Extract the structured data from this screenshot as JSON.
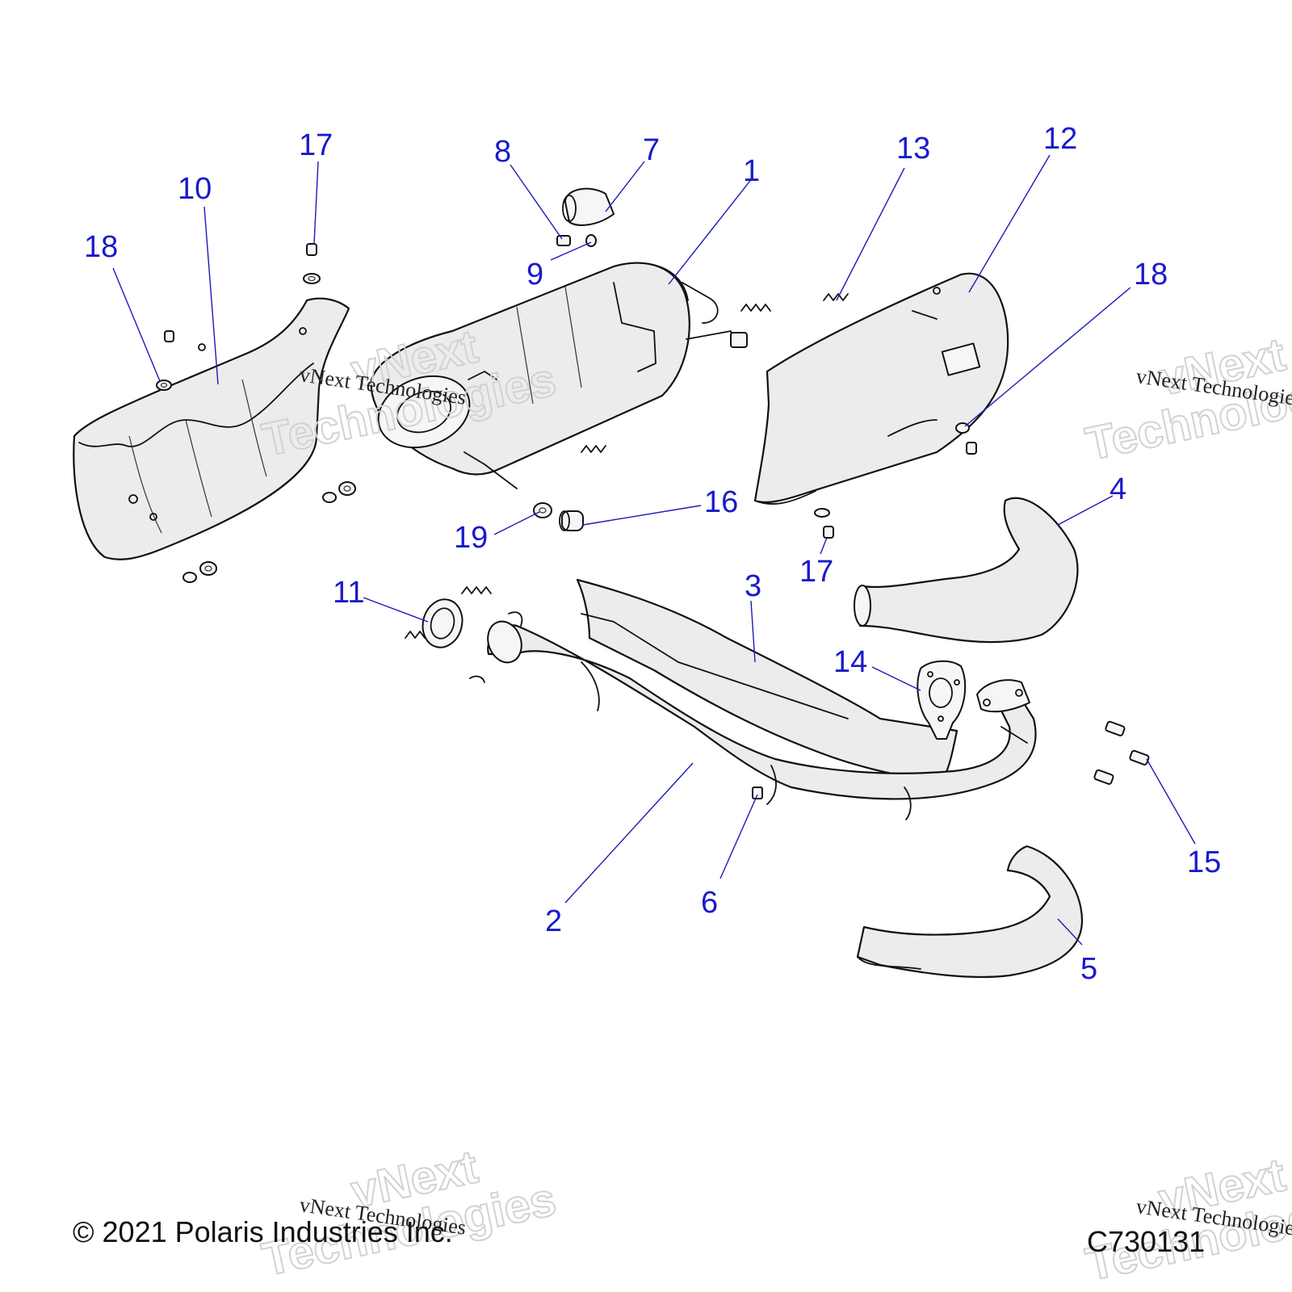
{
  "callouts": [
    {
      "id": "1",
      "label": "1"
    },
    {
      "id": "2",
      "label": "2"
    },
    {
      "id": "3",
      "label": "3"
    },
    {
      "id": "4",
      "label": "4"
    },
    {
      "id": "5",
      "label": "5"
    },
    {
      "id": "6",
      "label": "6"
    },
    {
      "id": "7",
      "label": "7"
    },
    {
      "id": "8",
      "label": "8"
    },
    {
      "id": "9",
      "label": "9"
    },
    {
      "id": "10",
      "label": "10"
    },
    {
      "id": "11",
      "label": "11"
    },
    {
      "id": "12",
      "label": "12"
    },
    {
      "id": "13",
      "label": "13"
    },
    {
      "id": "14",
      "label": "14"
    },
    {
      "id": "15",
      "label": "15"
    },
    {
      "id": "16",
      "label": "16"
    },
    {
      "id": "17a",
      "label": "17"
    },
    {
      "id": "17b",
      "label": "17"
    },
    {
      "id": "18a",
      "label": "18"
    },
    {
      "id": "18b",
      "label": "18"
    },
    {
      "id": "19",
      "label": "19"
    }
  ],
  "footer": {
    "copyright": "© 2021 Polaris Industries Inc.",
    "diagram_code": "C730131"
  },
  "watermark": {
    "line1": "vNext Technologies",
    "line2a": "vNext",
    "line2b": "Technologies"
  },
  "colors": {
    "callout": "#1a1acc",
    "leader": "#1a1ab8",
    "part_fill": "#ececec"
  }
}
